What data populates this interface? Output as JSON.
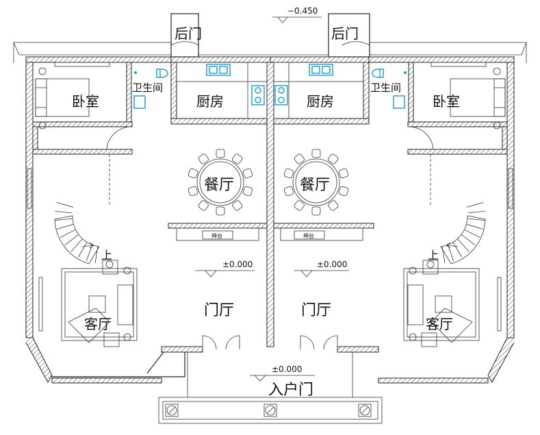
{
  "rooms": {
    "bedroom_left": "卧室",
    "bedroom_right": "卧室",
    "bath_left": "卫生间",
    "bath_right": "卫生间",
    "kitchen_left": "厨房",
    "kitchen_right": "厨房",
    "dining_left": "餐厅",
    "dining_right": "餐厅",
    "foyer_left": "门厅",
    "foyer_right": "门厅",
    "living_left": "客厅",
    "living_right": "客厅"
  },
  "doors": {
    "back_left": "后门",
    "back_right": "后门",
    "entry": "入户门"
  },
  "shrine": {
    "left": "神台",
    "right": "神台"
  },
  "stairs": {
    "up_left": "上",
    "up_right": "上"
  },
  "levels": {
    "top": "−0.450",
    "left": "±0.000",
    "right": "±0.000",
    "entry": "±0.000"
  }
}
